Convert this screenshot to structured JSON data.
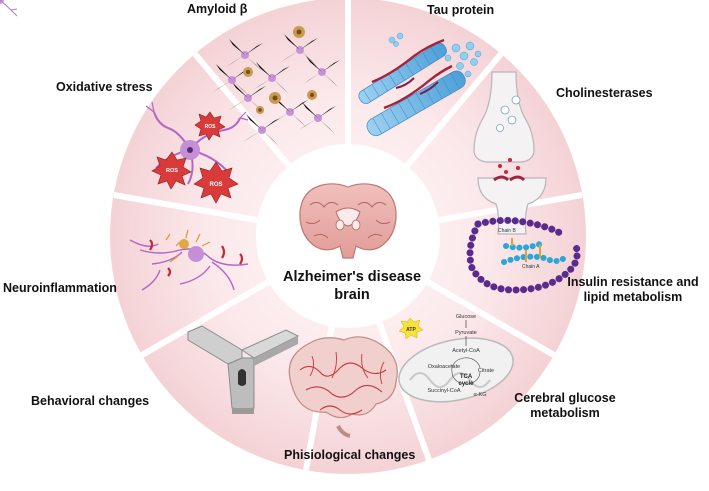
{
  "center": {
    "line1": "Alzheimer's disease",
    "line2": "brain"
  },
  "segments": [
    {
      "id": "amyloid",
      "label": "Amyloid β"
    },
    {
      "id": "tau",
      "label": "Tau protein"
    },
    {
      "id": "cholinesterases",
      "label": "Cholinesterases"
    },
    {
      "id": "insulin",
      "label_line1": "Insulin resistance and",
      "label_line2": "lipid metabolism"
    },
    {
      "id": "glucose",
      "label_line1": "Cerebral glucose",
      "label_line2": "metabolism"
    },
    {
      "id": "physiological",
      "label": "Phisiological changes"
    },
    {
      "id": "behavioral",
      "label": "Behavioral changes"
    },
    {
      "id": "neuroinflammation",
      "label": "Neuroinflammation"
    },
    {
      "id": "oxidative",
      "label": "Oxidative stress"
    }
  ],
  "ros_labels": [
    "ROS",
    "ROS",
    "ROS"
  ],
  "insulin_chain_labels": [
    "Chain B",
    "Chain A"
  ],
  "tca": {
    "glucose": "Glucose",
    "pyruvate": "Pyruvate",
    "acetyl_coa": "Acetyl-CoA",
    "oxaloacetate": "Oxaloacetate",
    "citrate": "Citrate",
    "succinyl_coa": "Succinyl-CoA",
    "akg": "α-KG",
    "cycle_line1": "TCA",
    "cycle_line2": "cycle",
    "atp": "ATP"
  },
  "colors": {
    "disc_outer": "#f6d9db",
    "disc_inner": "#fdf3f4",
    "divider": "#ffffff",
    "accent_red": "#c4283a",
    "neuron_purple": "#b366c8",
    "microtubule_blue": "#6eb6e4",
    "brain_pink": "#e8a8a4"
  }
}
